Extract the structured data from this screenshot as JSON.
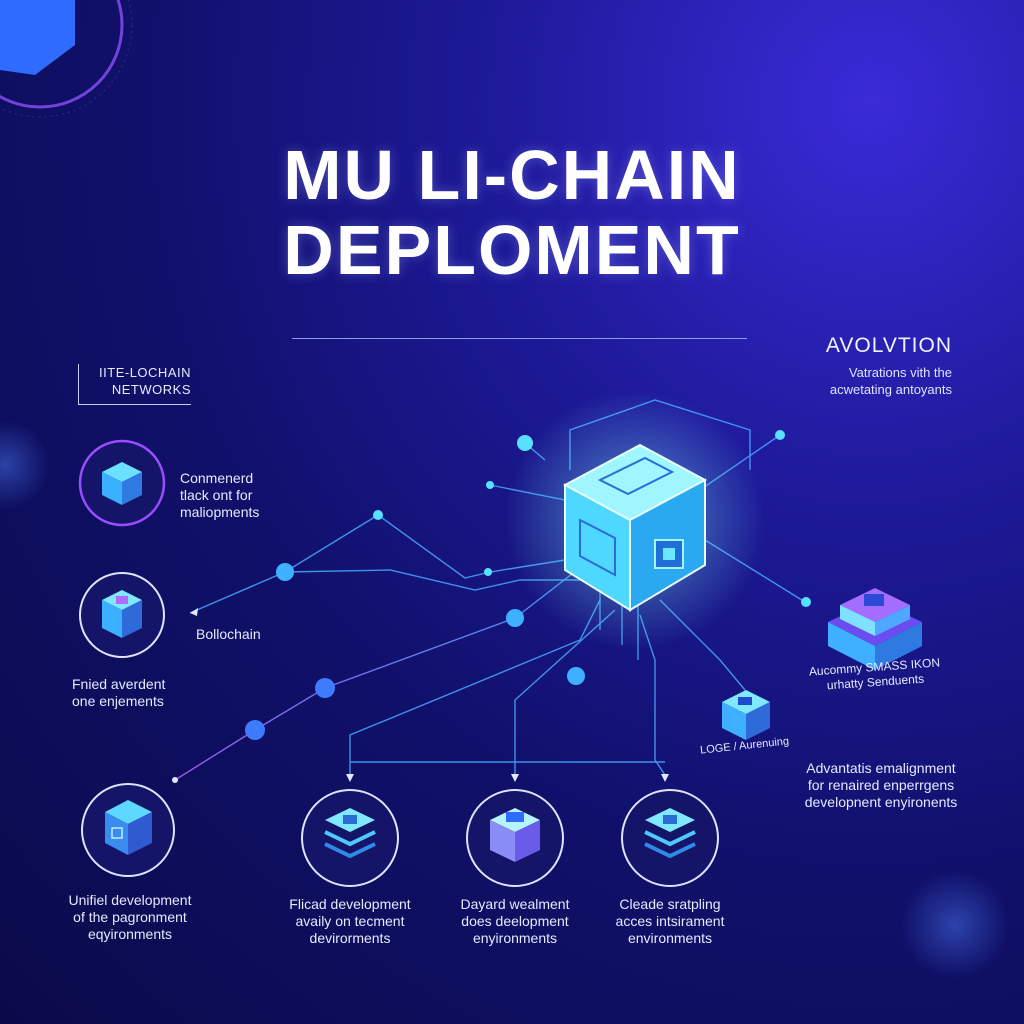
{
  "header": {
    "title_line1": "MU LI-CHAIN",
    "title_line2": "DEPLOMENT"
  },
  "left_header": {
    "line1": "IITE-LOCHAIN",
    "line2": "NETWORKS"
  },
  "right_header": {
    "title": "AVOLVTION",
    "line1": "Vatrations vith the",
    "line2": "acwetating antoyants"
  },
  "left_items": [
    {
      "lines": [
        "Conmenerd",
        "tlack ont for",
        "maliopments"
      ]
    },
    {
      "lines": [
        "Bollochain"
      ]
    },
    {
      "lines": [
        "Fnied averdent",
        "one enjements"
      ]
    },
    {
      "lines": [
        "Unifiel development",
        "of the pagronment",
        "eqyironments"
      ]
    }
  ],
  "bottom_items": [
    {
      "lines": [
        "Flicad development",
        "availy on tecment",
        "devirorments"
      ]
    },
    {
      "lines": [
        "Dayard wealment",
        "does deelopment",
        "enyironments"
      ]
    },
    {
      "lines": [
        "Cleade sratpling",
        "acces intsirament",
        "environments"
      ]
    }
  ],
  "right_items": {
    "big_block_label": [
      "Aucommy SMASS IKON",
      "urhatty Senduents"
    ],
    "small_block_label": "LOGE / Aurenuing",
    "advantages": [
      "Advantatis emalignment",
      "for renaired enperrgens",
      "developnent enyironents"
    ]
  },
  "colors": {
    "accent_cyan": "#58e0ff",
    "accent_blue": "#3f7bff",
    "accent_purple": "#8a5cff",
    "ring_purple": "#7e48e8",
    "line": "#4aa8ff"
  }
}
